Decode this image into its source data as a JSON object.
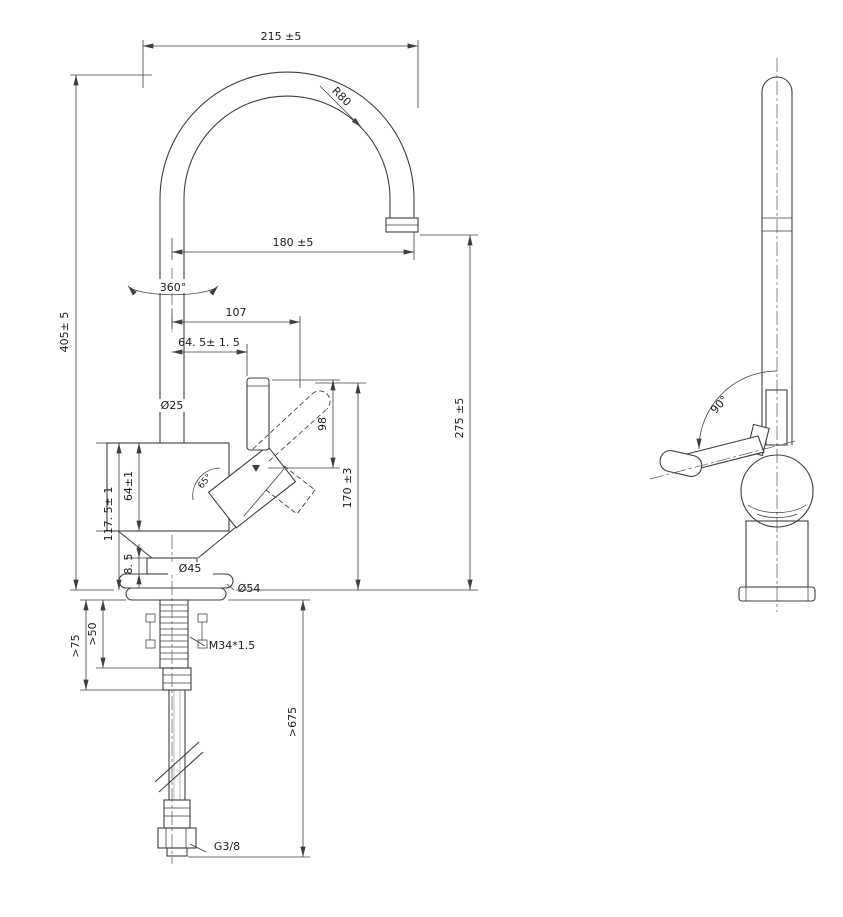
{
  "colors": {
    "line": "#3f3f3f",
    "text": "#1c1c1c",
    "background": "#ffffff"
  },
  "front": {
    "dim_top_width": "215 ±5",
    "dim_overall_height": "405± 5",
    "dim_spout_reach": "180 ±5",
    "dim_handle_reach": "107",
    "dim_lever_offset": "64. 5± 1. 5",
    "dim_tube_diameter": "Ø25",
    "swivel_angle": "360°",
    "spout_radius": "R80",
    "dim_lever_length": "98",
    "dim_handle_height": "170 ±3",
    "dim_outlet_height": "275 ±5",
    "dim_body_total": "117. 5± 1",
    "dim_body_upper": "64±1",
    "dim_base_ring": "8. 5",
    "dim_base_diameter": "Ø45",
    "dim_flange_diameter": "Ø54",
    "dim_deck_thread": ">50",
    "dim_deck_clearance": ">75",
    "shank_thread": "M34*1.5",
    "dim_hose_length": ">675",
    "inlet_thread": "G3/8",
    "lever_angle": "65°"
  },
  "side": {
    "handle_angle": "90°"
  }
}
